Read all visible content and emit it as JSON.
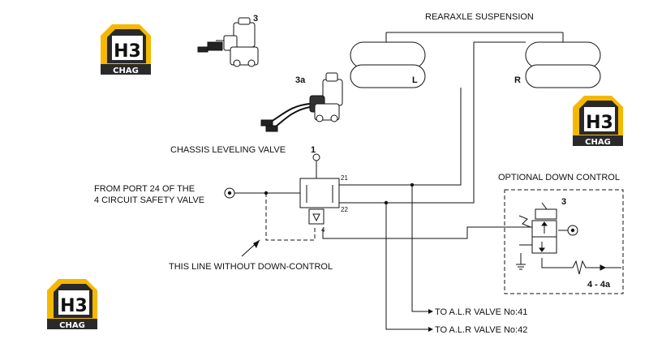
{
  "title": "REARAXLE SUSPENSION",
  "bag_left": "L",
  "bag_right": "R",
  "valve_label": "CHASSIS LEVELING VALVE",
  "valve_number": "1",
  "port_21": "21",
  "port_22": "22",
  "port_4": "4",
  "from_line1": "FROM  PORT 24 OF THE",
  "from_line2": "4 CIRCUIT SAFETY VALVE",
  "down_note": "THIS LINE WITHOUT DOWN-CONTROL",
  "optional_title": "OPTIONAL DOWN CONTROL",
  "solenoid_number": "3",
  "connector_label": "4 - 4a",
  "to_41": "TO  A.L.R  VALVE  No:41",
  "to_42": "TO  A.L.R  VALVE  No:42",
  "part_3": "3",
  "part_3a": "3a",
  "logo": {
    "h3": "H3",
    "text": "CHAG",
    "color": "#f5b800",
    "dark": "#2a2a2a"
  }
}
